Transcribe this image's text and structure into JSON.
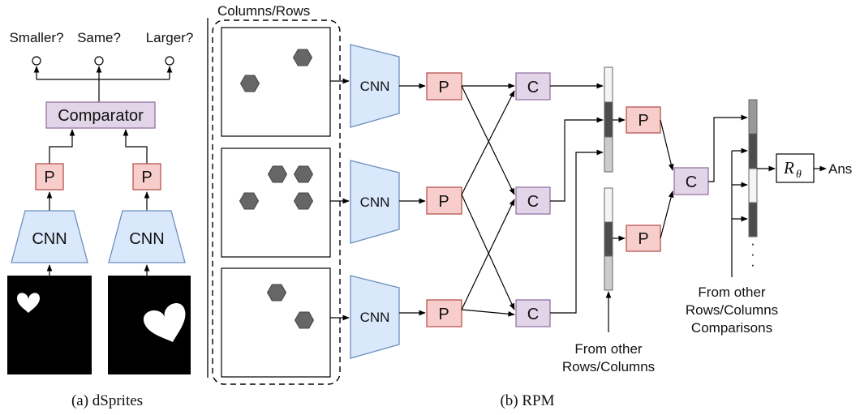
{
  "colors": {
    "p_fill": "#f8cecc",
    "p_stroke": "#b85450",
    "c_fill": "#e1d5e7",
    "c_stroke": "#9673a6",
    "cnn_fill": "#dae8fc",
    "cnn_stroke": "#6c8ebf",
    "hexagon": "#666666",
    "bar_dark": "#4d4d4d",
    "bar_mid": "#999999",
    "bar_light": "#cccccc",
    "bar_white": "#f5f5f5"
  },
  "dsprites": {
    "outputs": [
      "Smaller?",
      "Same?",
      "Larger?"
    ],
    "comparator_label": "Comparator",
    "p_label": "P",
    "cnn_label": "CNN",
    "caption": "(a) dSprites",
    "images": [
      "small-heart-sprite",
      "large-heart-sprite"
    ]
  },
  "rpm": {
    "group_label": "Columns/Rows",
    "cnn_label": "CNN",
    "p_label": "P",
    "c_label": "C",
    "from_other_rows_columns": [
      "From other",
      "Rows/Columns"
    ],
    "from_other_comparisons": [
      "From other",
      "Rows/Columns",
      "Comparisons"
    ],
    "reasoner_symbol": "R",
    "reasoner_subscript": "θ",
    "answer_label": "Ans",
    "ellipsis": [
      "·",
      "·",
      "·"
    ],
    "caption": "(b) RPM"
  }
}
